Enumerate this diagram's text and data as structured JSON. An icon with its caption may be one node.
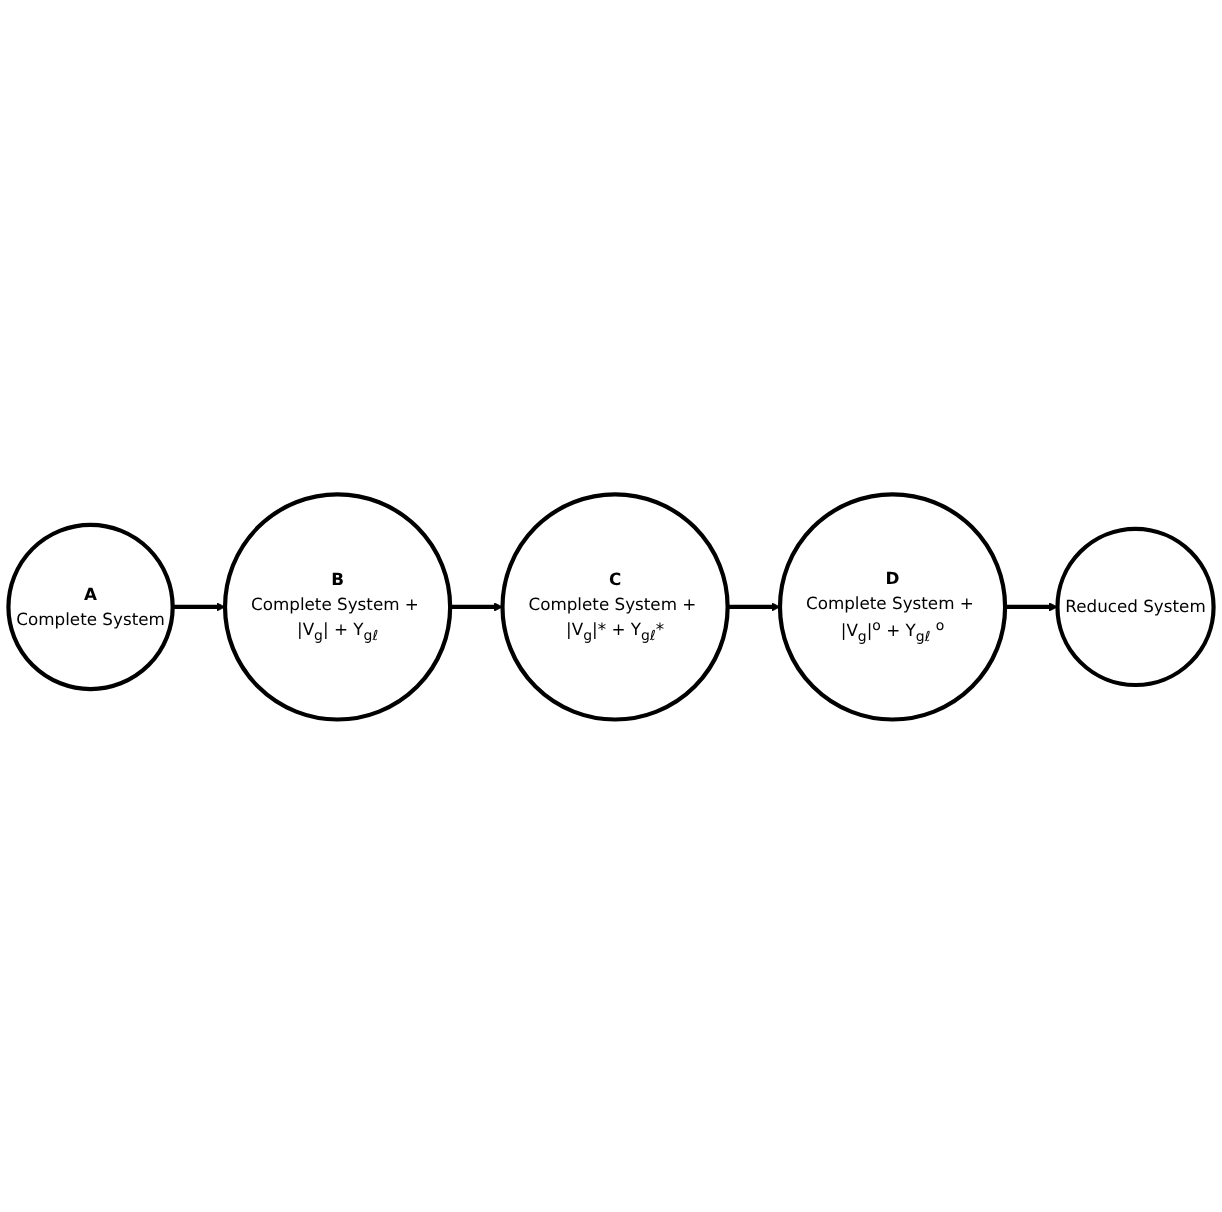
{
  "diagram": {
    "nodes": [
      {
        "text": [
          "A",
          "Complete System"
        ]
      },
      {
        "text": [
          "B",
          "Complete System + |V$_{g}$| + Y$_{gℓ}$"
        ]
      },
      {
        "text": [
          "C",
          "Complete System + |V$_{g}$|* + Y$_{gℓ}$*"
        ]
      },
      {
        "text": [
          "D",
          "Complete System + |V$_{g}$|$^{o}$ + Y$_{gℓ}$ $^{o}$"
        ]
      },
      {
        "text": [
          "Reduced System"
        ]
      }
    ],
    "edges": [
      {
        "from": 0,
        "to": 1,
        "arrow": "to"
      },
      {
        "from": 1,
        "to": 2,
        "arrow": "to"
      },
      {
        "from": 2,
        "to": 3,
        "arrow": "to"
      },
      {
        "from": 3,
        "to": 4,
        "arrow": "to"
      }
    ]
  }
}
